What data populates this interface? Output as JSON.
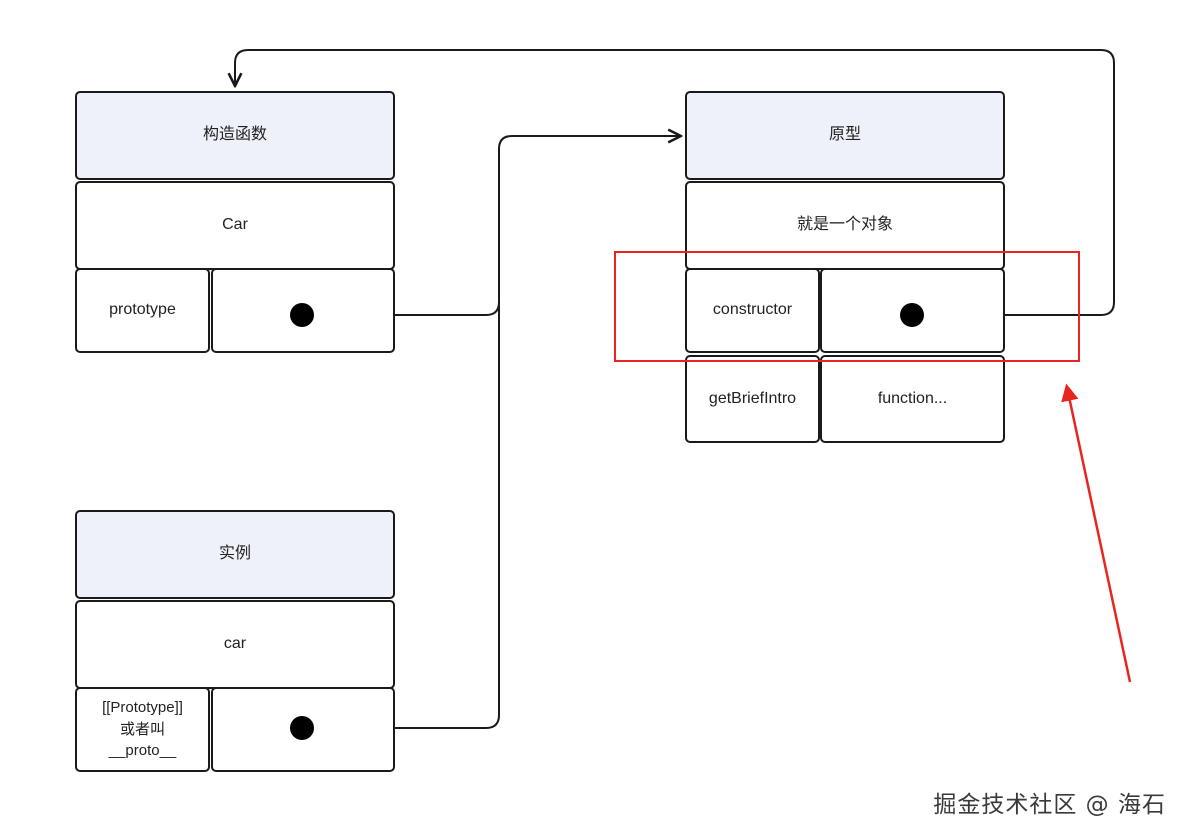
{
  "constructor_block": {
    "header": "构造函数",
    "name": "Car",
    "key": "prototype"
  },
  "prototype_block": {
    "header": "原型",
    "description": "就是一个对象",
    "row1_key": "constructor",
    "row2_key": "getBriefIntro",
    "row2_value": "function..."
  },
  "instance_block": {
    "header": "实例",
    "name": "car",
    "key_line1": "[[Prototype]]",
    "key_line2": "或者叫",
    "key_line3": "__proto__"
  },
  "watermark": "掘金技术社区 @ 海石",
  "colors": {
    "header_bg": "#eef1fa",
    "border": "#1a1a1a",
    "highlight": "#e8251f"
  }
}
